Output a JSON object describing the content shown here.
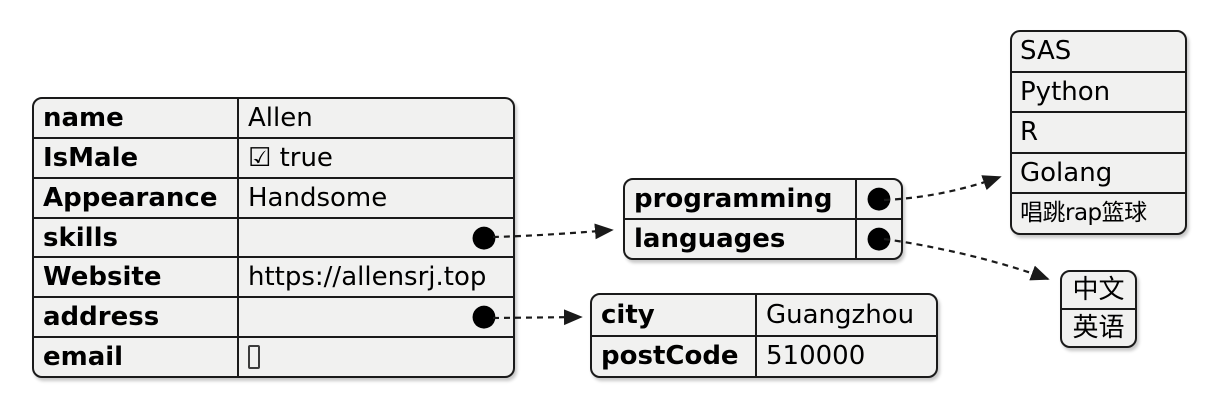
{
  "colors": {
    "background": "#ffffff",
    "table_fill": "#f1f1f0",
    "line": "#1a1a1a",
    "text": "#000000"
  },
  "person_table": {
    "rows": [
      {
        "key": "name",
        "value": "Allen"
      },
      {
        "key": "IsMale",
        "value": "☑ true"
      },
      {
        "key": "Appearance",
        "value": "Handsome"
      },
      {
        "key": "skills",
        "value": "●"
      },
      {
        "key": "Website",
        "value": "https://allensrj.top"
      },
      {
        "key": "address",
        "value": "●"
      },
      {
        "key": "email",
        "value": "",
        "value_glyph": "tofu-box"
      }
    ]
  },
  "skills_table": {
    "rows": [
      {
        "key": "programming",
        "value": "●"
      },
      {
        "key": "languages",
        "value": "●"
      }
    ]
  },
  "address_table": {
    "rows": [
      {
        "key": "city",
        "value": "Guangzhou"
      },
      {
        "key": "postCode",
        "value": "510000"
      }
    ]
  },
  "programming_list": {
    "items": [
      "SAS",
      "Python",
      "R",
      "Golang",
      "唱跳rap篮球"
    ]
  },
  "languages_list": {
    "items": [
      "中文",
      "英语"
    ]
  }
}
